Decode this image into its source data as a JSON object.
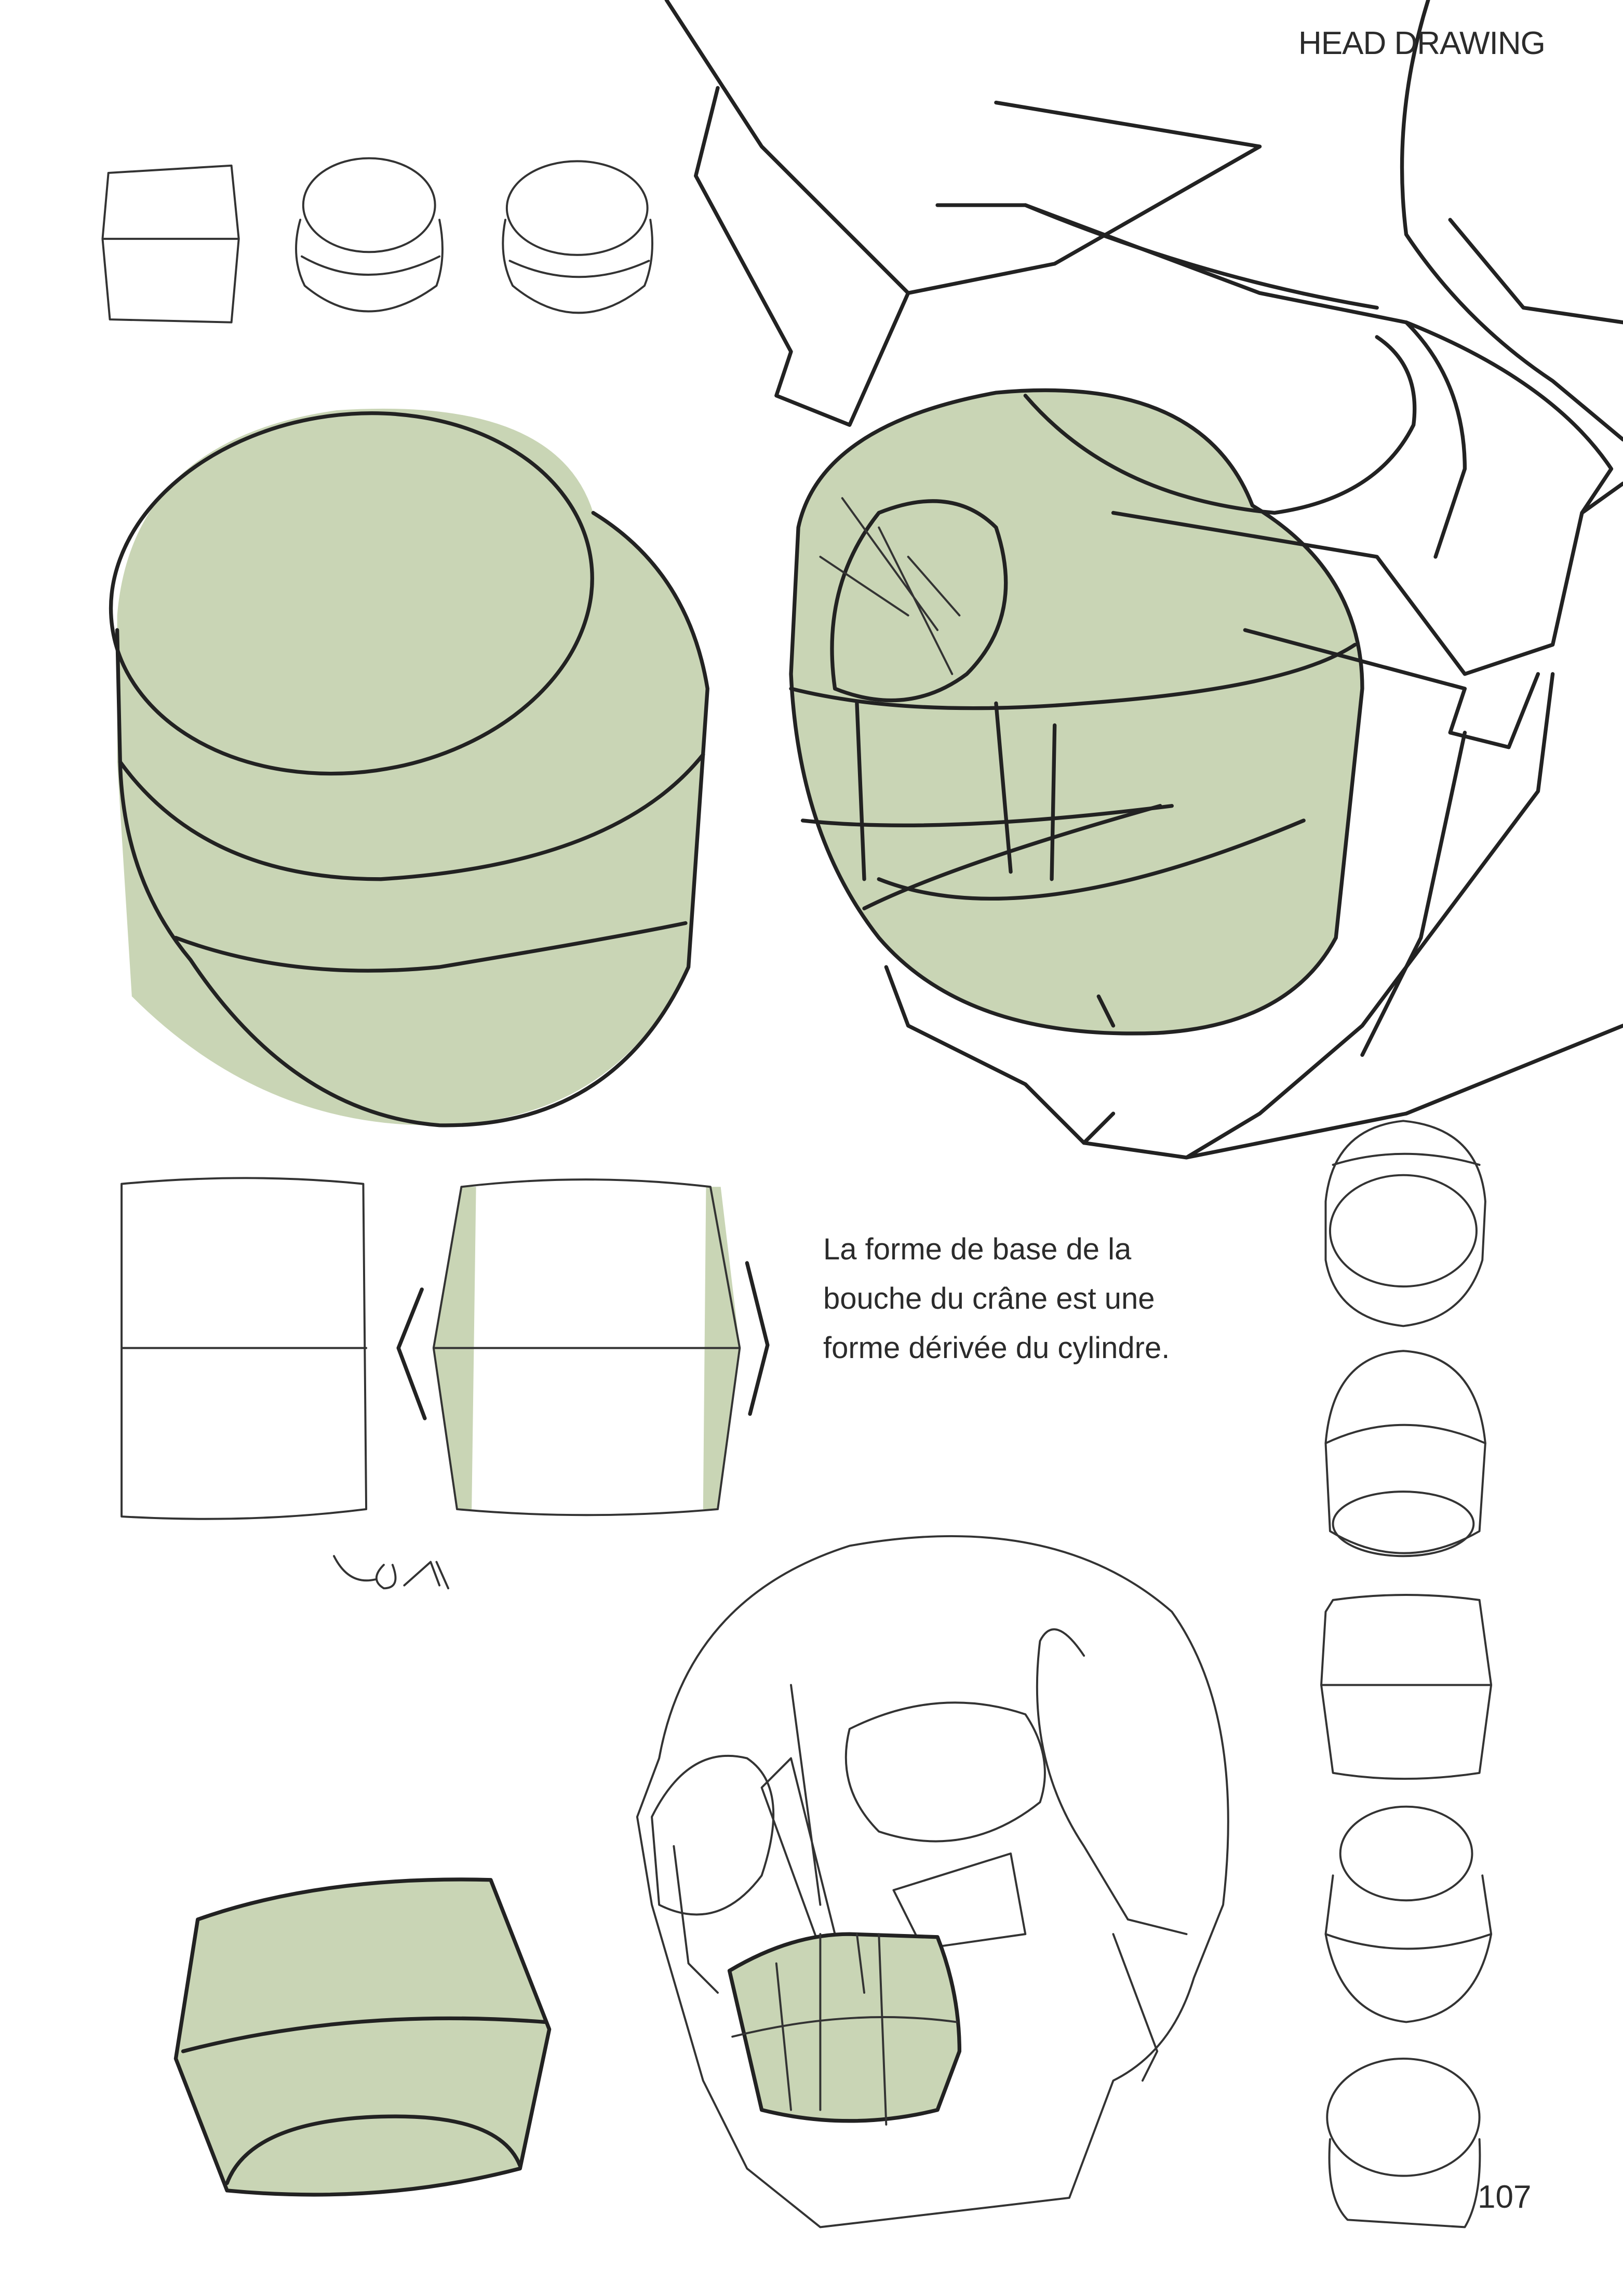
{
  "header": {
    "title": "HEAD DRAWING"
  },
  "caption": {
    "lines": [
      "La forme de base de la",
      "bouche du crâne est une",
      "forme dérivée du cylindre."
    ]
  },
  "page_number": "107",
  "colors": {
    "fill_green": "#c9d5b5",
    "ink": "#222222",
    "background": "#ffffff"
  }
}
